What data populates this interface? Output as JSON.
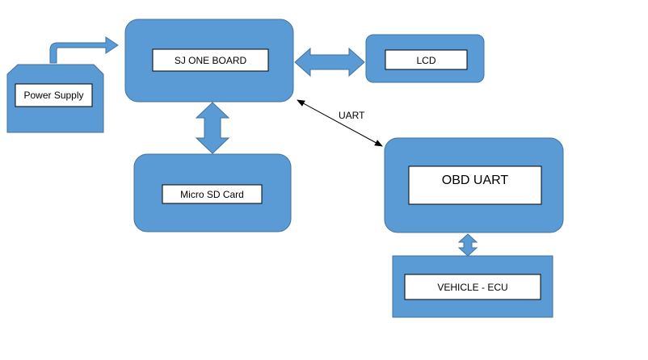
{
  "colors": {
    "block_fill": "#5B9BD5",
    "block_stroke": "#41719C",
    "label_fill": "#FFFFFF",
    "label_stroke": "#000000",
    "connector": "#000000"
  },
  "blocks": {
    "sj_one_board": "SJ ONE BOARD",
    "lcd": "LCD",
    "power_supply": "Power Supply",
    "micro_sd_card": "Micro SD Card",
    "obd_uart": "OBD UART",
    "vehicle_ecu": "VEHICLE - ECU"
  },
  "connections": {
    "uart_label": "UART"
  }
}
